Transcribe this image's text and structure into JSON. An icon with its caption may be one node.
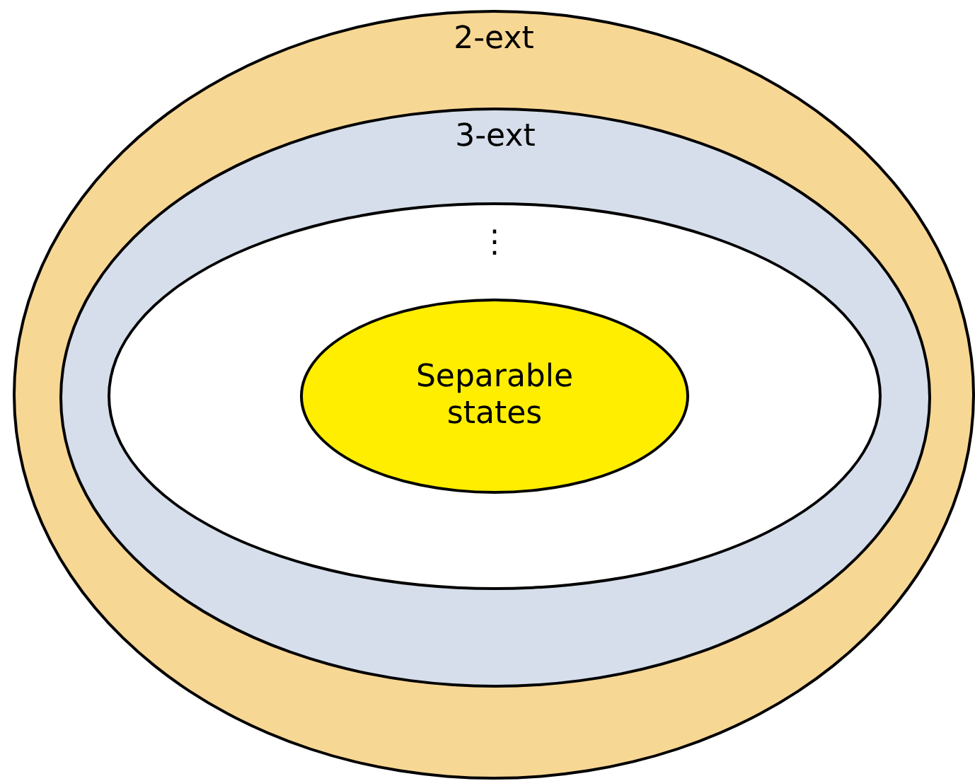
{
  "diagram": {
    "nodes": [
      {
        "text": [
          "2-ext"
        ]
      },
      {
        "text": [
          "3-ext"
        ],
        "in": 0
      },
      {
        "text": [
          "⋮"
        ],
        "in": 1
      },
      {
        "text": [
          "Separable states"
        ],
        "in": 2
      }
    ]
  }
}
